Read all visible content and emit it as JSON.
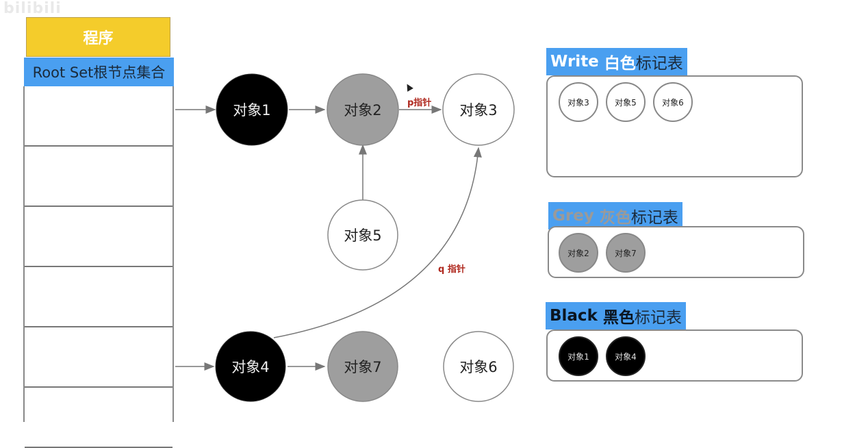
{
  "watermark": "bilibili",
  "program": {
    "label": "程序"
  },
  "root_set": {
    "label": "Root Set根节点集合",
    "slot_count": 6
  },
  "nodes": [
    {
      "id": "obj1",
      "label": "对象1",
      "color": "black"
    },
    {
      "id": "obj2",
      "label": "对象2",
      "color": "grey"
    },
    {
      "id": "obj3",
      "label": "对象3",
      "color": "white"
    },
    {
      "id": "obj4",
      "label": "对象4",
      "color": "black"
    },
    {
      "id": "obj5",
      "label": "对象5",
      "color": "white"
    },
    {
      "id": "obj6",
      "label": "对象6",
      "color": "white"
    },
    {
      "id": "obj7",
      "label": "对象7",
      "color": "grey"
    }
  ],
  "edges": [
    {
      "from": "root-slot-1",
      "to": "obj1",
      "label": ""
    },
    {
      "from": "obj1",
      "to": "obj2",
      "label": ""
    },
    {
      "from": "obj2",
      "to": "obj3",
      "label": "p指针"
    },
    {
      "from": "obj5",
      "to": "obj2",
      "label": ""
    },
    {
      "from": "root-slot-5",
      "to": "obj4",
      "label": ""
    },
    {
      "from": "obj4",
      "to": "obj7",
      "label": ""
    },
    {
      "from": "obj4",
      "to": "obj3",
      "label": "q 指针"
    }
  ],
  "colors": {
    "yellow": "#f4cc2b",
    "blue": "#4a9ff0",
    "grey_node": "#9e9e9e",
    "black_node": "#000000",
    "pointer_label": "#b02a20"
  },
  "tables": {
    "white": {
      "title_en": "Write",
      "title_cn": "白色",
      "title_rest": "标记表",
      "items": [
        "对象3",
        "对象5",
        "对象6"
      ]
    },
    "grey": {
      "title_en": "Grey",
      "title_cn": "灰色",
      "title_rest": "标记表",
      "items": [
        "对象2",
        "对象7"
      ]
    },
    "black": {
      "title_en": "Black",
      "title_cn": "黑色",
      "title_rest": "标记表",
      "items": [
        "对象1",
        "对象4"
      ]
    }
  }
}
